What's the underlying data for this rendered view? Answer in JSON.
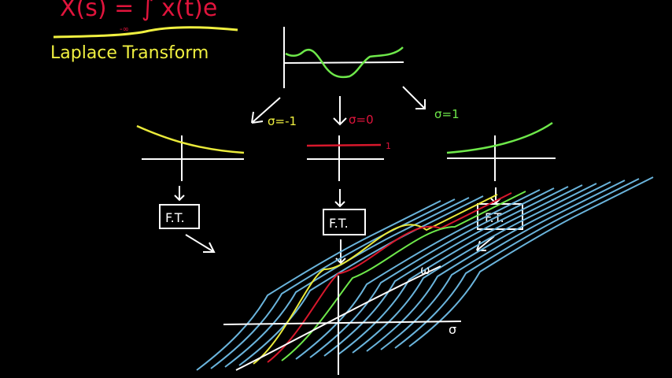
{
  "formula": {
    "text": "X(s) = ∫ x(t)e",
    "lower_limit": "-∞",
    "color": "#e0143c"
  },
  "title": {
    "text": "Laplace Transform",
    "color": "#f0f040"
  },
  "labels": {
    "sigma_neg": "σ=-1",
    "sigma_zero": "σ=0",
    "sigma_pos": "σ=1",
    "one": "1",
    "ft_left": "F.T.",
    "ft_mid": "F.T.",
    "ft_right": "F.T.",
    "omega": "ω",
    "sigma_axis": "σ"
  },
  "colors": {
    "yellow": "#eaea3a",
    "red": "#d8182c",
    "green": "#6ee84a",
    "white": "#ffffff",
    "blue": "#6ab4dc"
  }
}
